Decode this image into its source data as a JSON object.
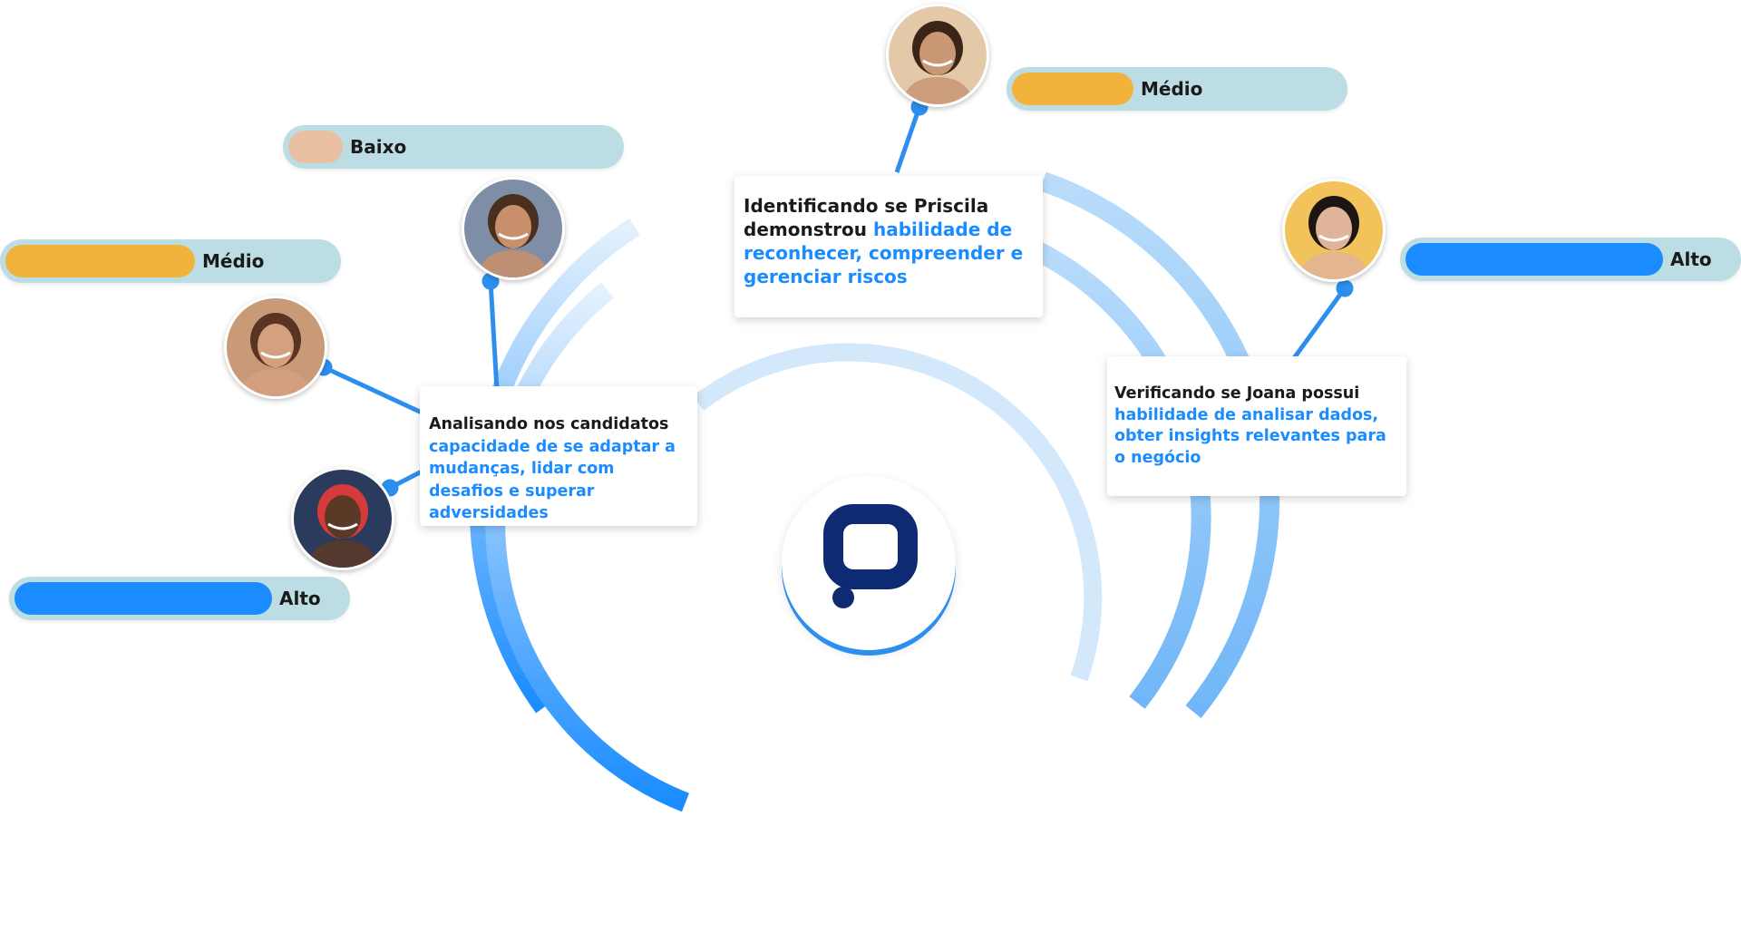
{
  "diagram": {
    "levels": [
      {
        "id": "priscila",
        "label": "Médio",
        "fill_fraction": 0.45,
        "color": "#f2b33d"
      },
      {
        "id": "man-top",
        "label": "Baixo",
        "fill_fraction": 0.2,
        "color": "#e9c1a2"
      },
      {
        "id": "woman-left",
        "label": "Médio",
        "fill_fraction": 0.7,
        "color": "#f2b33d"
      },
      {
        "id": "man-cap",
        "label": "Alto",
        "fill_fraction": 0.95,
        "color": "#1a8cff"
      },
      {
        "id": "joana",
        "label": "Alto",
        "fill_fraction": 0.95,
        "color": "#1a8cff"
      }
    ],
    "cards": {
      "left": {
        "lead": "Analisando nos candidatos",
        "highlight": "capacidade de se adaptar a mudanças, lidar com desafios e superar adversidades"
      },
      "center": {
        "lead": "Identificando se Priscila demonstrou",
        "highlight": "habilidade de reconhecer, compreender e gerenciar riscos"
      },
      "right": {
        "lead": "Verificando se Joana possui",
        "highlight": "habilidade de analisar dados, obter insights relevantes para o negócio"
      }
    },
    "avatars": [
      {
        "id": "priscila",
        "icon": "person-avatar",
        "skin": "#c99774",
        "hair": "#3a2518",
        "bg": "#e3c9a8"
      },
      {
        "id": "man-top",
        "icon": "person-avatar",
        "skin": "#c8906a",
        "hair": "#4a2f1e",
        "bg": "#7e8ea6"
      },
      {
        "id": "woman-left",
        "icon": "person-avatar",
        "skin": "#d5a080",
        "hair": "#5a3422",
        "bg": "#c89a78"
      },
      {
        "id": "man-cap",
        "icon": "person-avatar",
        "skin": "#5a3a26",
        "hair": "#d63a3a",
        "bg": "#2a3b5e"
      },
      {
        "id": "joana",
        "icon": "person-avatar",
        "skin": "#e0b49a",
        "hair": "#1d1512",
        "bg": "#f2c35a"
      }
    ],
    "logo": {
      "icon": "brand-logo-icon",
      "color": "#0d2a73"
    },
    "colors": {
      "accent": "#1a8cff",
      "connector": "#2c8ff0",
      "arc_light": "#cfe6fb",
      "arc_mid": "#9ccbf7"
    }
  }
}
